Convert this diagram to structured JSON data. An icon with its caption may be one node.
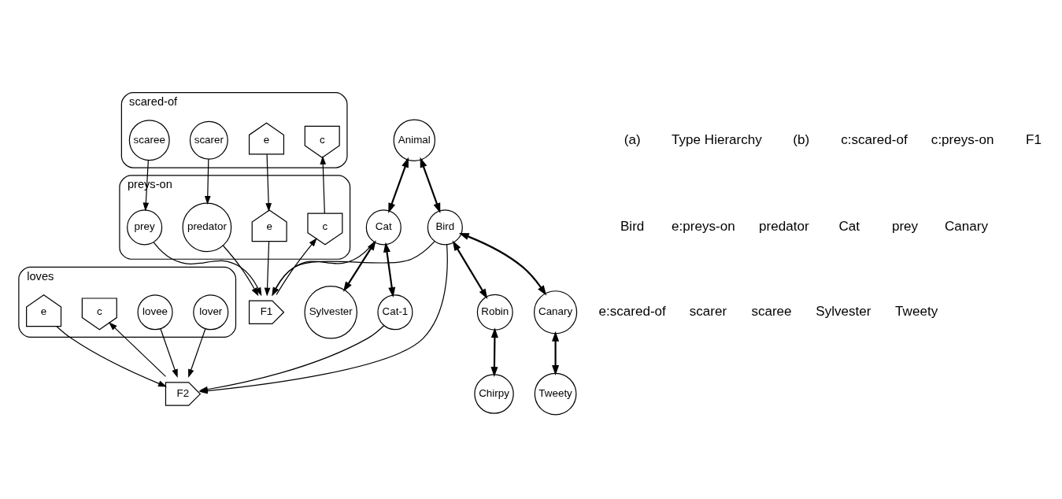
{
  "diagram": {
    "nodes": [
      {
        "text": [
          "loves"
        ]
      },
      {
        "text": [
          "c"
        ],
        "in": 0
      },
      {
        "text": [
          "e"
        ],
        "in": 0
      },
      {
        "text": [
          "lover"
        ],
        "in": 0
      },
      {
        "text": [
          "lovee"
        ],
        "in": 0
      },
      {
        "text": [
          "F2"
        ]
      },
      {
        "text": [
          "preys-on"
        ]
      },
      {
        "text": [
          "c"
        ],
        "in": 6
      },
      {
        "text": [
          "e"
        ],
        "in": 6
      },
      {
        "text": [
          "predator"
        ],
        "in": 6
      },
      {
        "text": [
          "prey"
        ],
        "in": 6
      },
      {
        "text": [
          "F1"
        ]
      },
      {
        "text": [
          "scared-of"
        ]
      },
      {
        "text": [
          "c"
        ],
        "in": 12
      },
      {
        "text": [
          "e"
        ],
        "in": 12
      },
      {
        "text": [
          "scaree"
        ],
        "in": 12
      },
      {
        "text": [
          "scarer"
        ],
        "in": 12
      },
      {
        "text": [
          "Animal"
        ]
      },
      {
        "text": [
          "Bird"
        ]
      },
      {
        "text": [
          "Cat"
        ]
      },
      {
        "text": [
          "Cat-1"
        ]
      },
      {
        "text": [
          "Canary"
        ]
      },
      {
        "text": [
          "Robin"
        ]
      },
      {
        "text": [
          "Sylvester"
        ]
      },
      {
        "text": [
          "Tweety"
        ]
      },
      {
        "text": [
          "Chirpy"
        ]
      }
    ],
    "edges": [
      {
        "from": 5,
        "to": 1,
        "arrow": "to"
      },
      {
        "from": 2,
        "to": 5,
        "arrow": "to"
      },
      {
        "from": 3,
        "to": 5,
        "arrow": "to"
      },
      {
        "from": 4,
        "to": 5,
        "arrow": "to"
      },
      {
        "from": 18,
        "to": 5,
        "arrow": "to"
      },
      {
        "from": 20,
        "to": 5,
        "arrow": "to"
      },
      {
        "from": 11,
        "to": 7,
        "arrow": "to"
      },
      {
        "from": 8,
        "to": 11,
        "arrow": "to"
      },
      {
        "from": 9,
        "to": 11,
        "arrow": "to"
      },
      {
        "from": 10,
        "to": 11,
        "arrow": "to"
      },
      {
        "from": 18,
        "to": 11,
        "arrow": "to"
      },
      {
        "from": 19,
        "to": 11,
        "arrow": "to"
      },
      {
        "from": 7,
        "to": 13,
        "arrow": "to"
      },
      {
        "from": 14,
        "to": 8,
        "arrow": "to"
      },
      {
        "from": 15,
        "to": 10,
        "arrow": "to"
      },
      {
        "from": 16,
        "to": 9,
        "arrow": "to"
      },
      {
        "from": 17,
        "to": 18,
        "arrow": "both"
      },
      {
        "from": 17,
        "to": 19,
        "arrow": "both"
      },
      {
        "from": 18,
        "to": 21,
        "arrow": "both"
      },
      {
        "from": 18,
        "to": 22,
        "arrow": "both"
      },
      {
        "from": 19,
        "to": 20,
        "arrow": "both"
      },
      {
        "from": 19,
        "to": 23,
        "arrow": "both"
      },
      {
        "from": 21,
        "to": 24,
        "arrow": "both"
      },
      {
        "from": 22,
        "to": 25,
        "arrow": "both"
      }
    ],
    "labels": [
      "(a)",
      "Type Hierarchy",
      "(b)",
      "c:scared-of",
      "c:preys-on",
      "F1",
      "Bird",
      "e:preys-on",
      "predator",
      "Cat",
      "prey",
      "Canary",
      "e:scared-of",
      "scarer",
      "scaree",
      "Sylvester",
      "Tweety"
    ]
  }
}
